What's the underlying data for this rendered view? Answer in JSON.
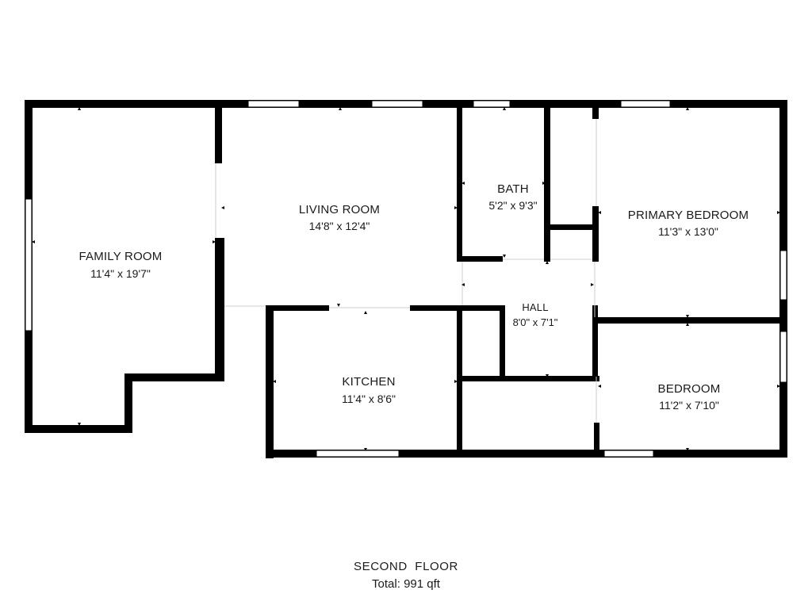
{
  "floor": {
    "title": "SECOND  FLOOR",
    "total": "Total: 991 qft"
  },
  "rooms": {
    "family_room": {
      "name": "FAMILY ROOM",
      "dims": "11'4\" x 19'7\""
    },
    "living_room": {
      "name": "LIVING ROOM",
      "dims": "14'8\" x 12'4\""
    },
    "bath": {
      "name": "BATH",
      "dims": "5'2\" x 9'3\""
    },
    "primary_bedroom": {
      "name": "PRIMARY BEDROOM",
      "dims": "11'3\" x 13'0\""
    },
    "hall": {
      "name": "HALL",
      "dims": "8'0\" x 7'1\""
    },
    "kitchen": {
      "name": "KITCHEN",
      "dims": "11'4\" x 8'6\""
    },
    "bedroom": {
      "name": "BEDROOM",
      "dims": "11'2\" x 7'10\""
    }
  },
  "colors": {
    "wall": "#000000",
    "window": "#ffffff",
    "background": "#ffffff"
  }
}
